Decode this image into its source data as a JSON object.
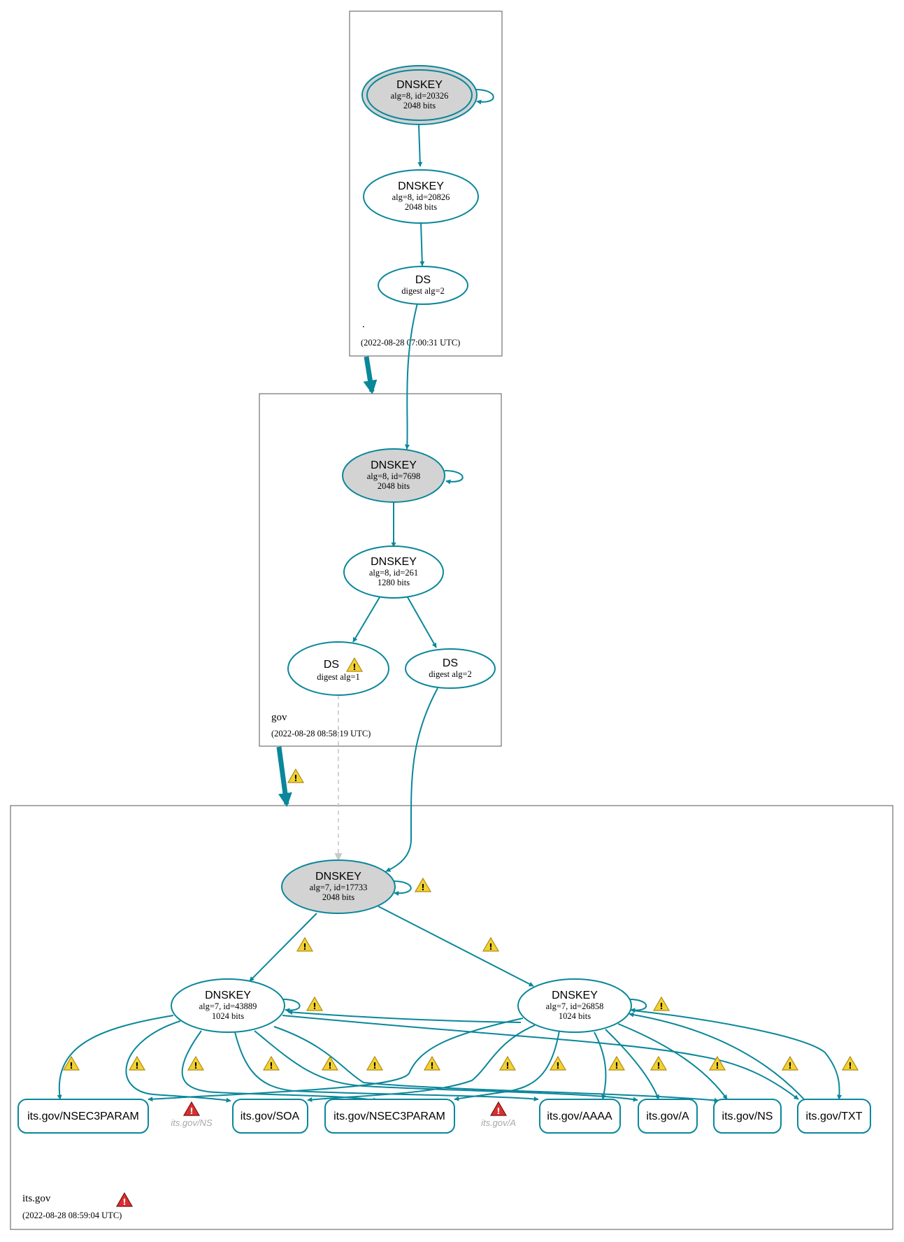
{
  "zones": {
    "root": {
      "name": ".",
      "timestamp": "(2022-08-28 07:00:31 UTC)"
    },
    "gov": {
      "name": "gov",
      "timestamp": "(2022-08-28 08:58:19 UTC)"
    },
    "itsgov": {
      "name": "its.gov",
      "timestamp": "(2022-08-28 08:59:04 UTC)"
    }
  },
  "nodes": {
    "root_ksk": {
      "type": "DNSKEY",
      "detail": "alg=8, id=20326",
      "size": "2048 bits"
    },
    "root_zsk": {
      "type": "DNSKEY",
      "detail": "alg=8, id=20826",
      "size": "2048 bits"
    },
    "root_ds": {
      "type": "DS",
      "detail": "digest alg=2"
    },
    "gov_ksk": {
      "type": "DNSKEY",
      "detail": "alg=8, id=7698",
      "size": "2048 bits"
    },
    "gov_zsk": {
      "type": "DNSKEY",
      "detail": "alg=8, id=261",
      "size": "1280 bits"
    },
    "gov_ds1": {
      "type": "DS",
      "detail": "digest alg=1"
    },
    "gov_ds2": {
      "type": "DS",
      "detail": "digest alg=2"
    },
    "its_ksk": {
      "type": "DNSKEY",
      "detail": "alg=7, id=17733",
      "size": "2048 bits"
    },
    "its_zsk1": {
      "type": "DNSKEY",
      "detail": "alg=7, id=43889",
      "size": "1024 bits"
    },
    "its_zsk2": {
      "type": "DNSKEY",
      "detail": "alg=7, id=26858",
      "size": "1024 bits"
    }
  },
  "rrsets": {
    "nsec3param_1": "its.gov/NSEC3PARAM",
    "soa": "its.gov/SOA",
    "nsec3param_2": "its.gov/NSEC3PARAM",
    "aaaa": "its.gov/AAAA",
    "a": "its.gov/A",
    "ns": "its.gov/NS",
    "txt": "its.gov/TXT"
  },
  "missing_rrsets": {
    "ns": "its.gov/NS",
    "a": "its.gov/A"
  },
  "status_icons": {
    "warning": "warning-triangle-icon",
    "error": "error-triangle-icon",
    "warning_mark": "!",
    "error_mark": "!"
  },
  "colors": {
    "edge": "#0a879a",
    "ksk_fill": "#d3d3d3",
    "warning": "#f2d233",
    "error": "#d93030",
    "insecure_edge": "#c8c8c8",
    "missing_text": "#a8a8a8"
  }
}
